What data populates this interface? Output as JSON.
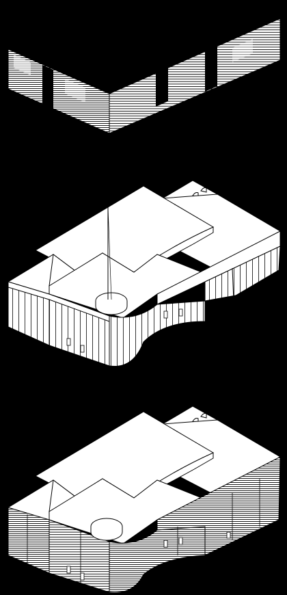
{
  "figure": {
    "background_color": "#000000",
    "line_color": "#000000",
    "fill_color": "#ffffff",
    "panels": [
      {
        "name": "facade-louver-layer"
      },
      {
        "name": "building-base-structure"
      },
      {
        "name": "building-with-facade"
      }
    ]
  }
}
